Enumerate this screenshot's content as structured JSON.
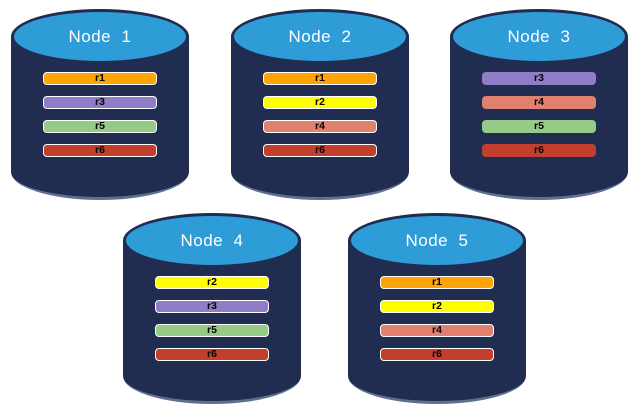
{
  "diagram": {
    "description": "Five database node cylinders showing replicated partitions r1–r6",
    "background_color": "#FFFFFF",
    "cylinder_body_color": "#202C50",
    "cylinder_top_color": "#2E9CD6",
    "title_text_color": "#FFFFFF",
    "bar_text_color": "#000000",
    "bar_border_color": "#FFFFFF",
    "partition_colors": {
      "r1": "#FFA405",
      "r2": "#FFFF00",
      "r3": "#8F7EC7",
      "r4": "#E0806F",
      "r5": "#95CA87",
      "r6": "#C23F2E"
    },
    "nodes": [
      {
        "title": "Node  1",
        "bars_outlined": true,
        "partitions": [
          "r1",
          "r3",
          "r5",
          "r6"
        ]
      },
      {
        "title": "Node  2",
        "bars_outlined": true,
        "partitions": [
          "r1",
          "r2",
          "r4",
          "r6"
        ]
      },
      {
        "title": "Node  3",
        "bars_outlined": false,
        "partitions": [
          "r3",
          "r4",
          "r5",
          "r6"
        ]
      },
      {
        "title": "Node  4",
        "bars_outlined": true,
        "partitions": [
          "r2",
          "r3",
          "r5",
          "r6"
        ]
      },
      {
        "title": "Node  5",
        "bars_outlined": true,
        "partitions": [
          "r1",
          "r2",
          "r4",
          "r6"
        ]
      }
    ]
  }
}
